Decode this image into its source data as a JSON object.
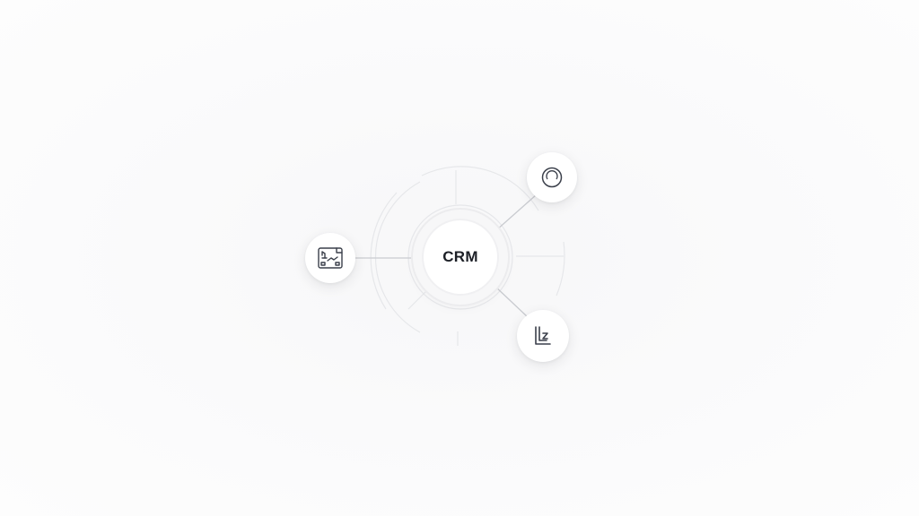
{
  "diagram": {
    "hub": {
      "label": "CRM"
    },
    "nodes": [
      {
        "id": "left",
        "icon": "document-chart-icon"
      },
      {
        "id": "top",
        "icon": "ring-icon"
      },
      {
        "id": "bottom",
        "icon": "chart-axis-icon"
      }
    ],
    "colors": {
      "background": "#fbfbfc",
      "node_fill": "#ffffff",
      "connector": "#c9cbd0",
      "ring_decor": "#e6e7ea",
      "icon_stroke": "#3a3f4a",
      "hub_text": "#1c1f26"
    }
  }
}
